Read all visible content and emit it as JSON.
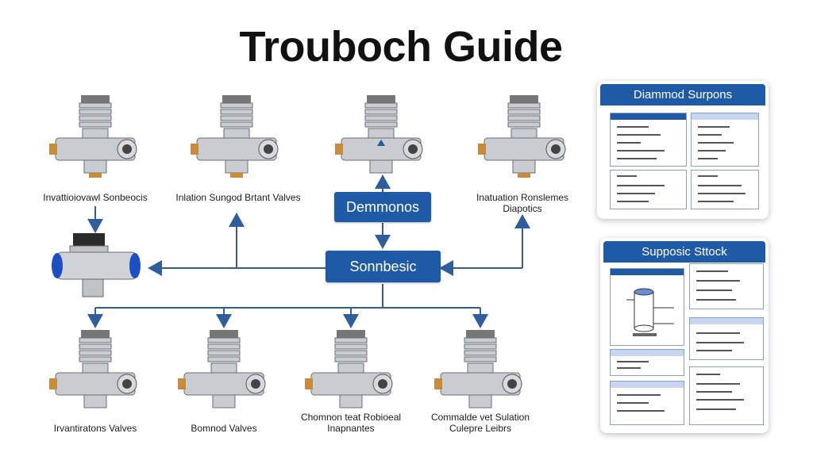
{
  "title": "Trouboch Guide",
  "hubs": {
    "top": "Demmonos",
    "center": "Sonnbesic"
  },
  "valves": {
    "top1": "Invattioiovawl Sonbeocis",
    "top2": "Inlation Sungod Brtant Valves",
    "top3_line1": "Inatuation Ronslemes",
    "top3_line2": "Diapotics",
    "bottom1": "Irvantiratons Valves",
    "bottom2": "Bomnod Valves",
    "bottom3_line1": "Chomnon teat Robioeal",
    "bottom3_line2": "Inapnantes",
    "bottom4_line1": "Commalde vet Sulation",
    "bottom4_line2": "Culepre Leibrs"
  },
  "panels": {
    "panel1_title": "Diammod Surpons",
    "panel2_title": "Supposic Sttock"
  },
  "colors": {
    "accent": "#1f5aa6",
    "line": "#2e5e9c"
  }
}
